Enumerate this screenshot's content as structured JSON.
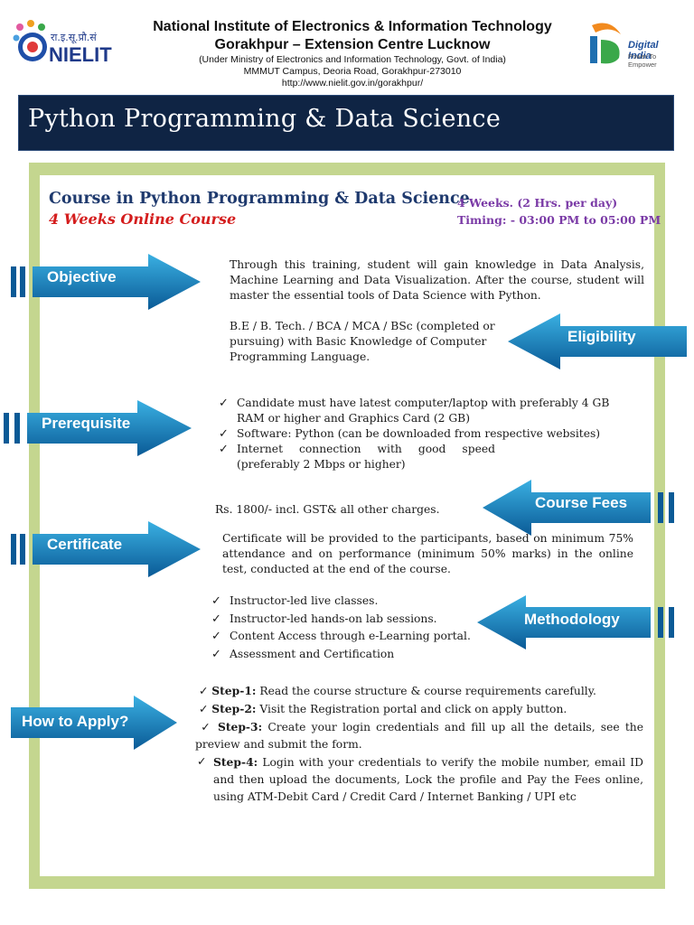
{
  "header": {
    "institute": "National Institute of Electronics & Information Technology",
    "centre": "Gorakhpur – Extension Centre Lucknow",
    "ministry": "(Under Ministry of Electronics and Information Technology, Govt. of India)",
    "address": "MMMUT Campus, Deoria Road, Gorakhpur-273010",
    "url": "http://www.nielit.gov.in/gorakhpur/",
    "logo_left_hindi": "रा.इ.सू.प्रौ.सं",
    "logo_left_name": "NIELIT",
    "logo_right_name": "Digital India",
    "logo_right_tagline": "Power To Empower"
  },
  "banner_title": "Python Programming & Data Science",
  "course": {
    "title": "Course in Python Programming & Data Science",
    "subtitle": "4 Weeks Online Course",
    "duration": "4 Weeks. (2 Hrs. per day)",
    "timing": "Timing: - 03:00 PM to 05:00 PM"
  },
  "sections": {
    "objective_label": "Objective",
    "objective_text": "Through this training, student will gain knowledge in Data Analysis, Machine Learning and Data Visualization. After the course, student will master the essential tools of Data Science with Python.",
    "eligibility_label": "Eligibility",
    "eligibility_text_1": "B.E / B. Tech. / BCA / MCA / BSc (completed or",
    "eligibility_text_2": "pursuing) with Basic Knowledge of Computer",
    "eligibility_text_3": "Programming Language.",
    "prerequisite_label": "Prerequisite",
    "prerequisite_items": [
      "Candidate must have latest computer/laptop with preferably 4 GB RAM or higher and Graphics Card (2 GB)",
      "Software: Python (can be downloaded from respective websites)",
      "Internet connection with good speed",
      "(preferably 2 Mbps or higher)"
    ],
    "fees_label": "Course Fees",
    "fees_text": "Rs. 1800/- incl. GST& all other charges.",
    "certificate_label": "Certificate",
    "certificate_text": "Certificate will be provided to the participants, based on minimum 75% attendance and on performance (minimum 50% marks) in the online test, conducted at the end of the course.",
    "methodology_label": "Methodology",
    "methodology_items": [
      "Instructor-led live classes.",
      "Instructor-led hands-on lab sessions.",
      "Content Access through e-Learning portal.",
      "Assessment and Certification"
    ],
    "apply_label": "How to Apply?",
    "steps": [
      {
        "name": "Step-1:",
        "text": "Read the course structure & course requirements carefully."
      },
      {
        "name": "Step-2:",
        "text": "Visit the Registration portal and click on apply button."
      },
      {
        "name": "Step-3:",
        "text": "Create your login credentials and fill up all the details, see the preview and submit the form."
      },
      {
        "name": "Step-4:",
        "text": "Login with your credentials to verify the mobile number, email ID and then upload the documents, Lock the profile and Pay the Fees online, using ATM-Debit Card / Credit Card / Internet Banking / UPI etc"
      }
    ]
  },
  "colors": {
    "banner": "#0f2444",
    "frame": "#c4d68f",
    "arrow_dark": "#0a4f86",
    "arrow_light": "#2fa6da",
    "course_title": "#1f3a6e",
    "course_sub": "#d41d1d",
    "timing": "#7a3aa6"
  },
  "icons": [
    "check-icon",
    "right-arrow-icon",
    "left-arrow-icon"
  ]
}
